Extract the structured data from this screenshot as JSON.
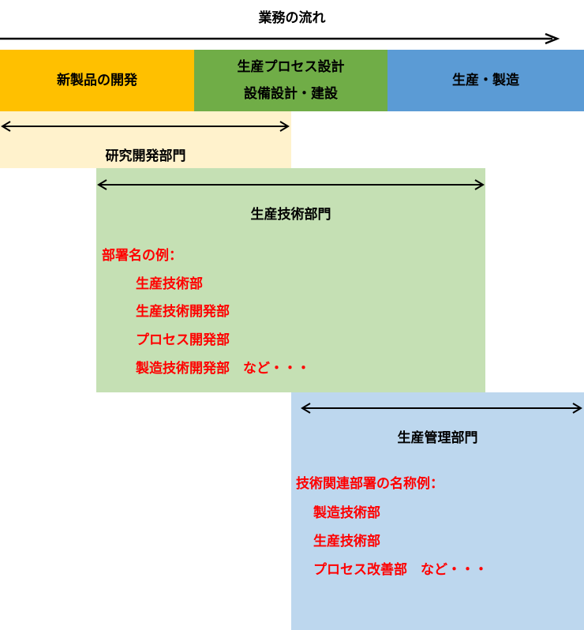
{
  "title": "業務の流れ",
  "phases": [
    {
      "label": "新製品の開発",
      "color": "#ffc000"
    },
    {
      "line1": "生産プロセス設計",
      "line2": "設備設計・建設",
      "color": "#70ad47"
    },
    {
      "label": "生産・製造",
      "color": "#5b9bd5"
    }
  ],
  "departments": {
    "rd": {
      "name": "研究開発部門",
      "color": "#fff2cc"
    },
    "production_tech": {
      "name": "生産技術部門",
      "color": "#c5e0b4",
      "examples_heading": "部署名の例：",
      "examples": [
        "生産技術部",
        "生産技術開発部",
        "プロセス開発部",
        "製造技術開発部　など・・・"
      ]
    },
    "production_mgmt": {
      "name": "生産管理部門",
      "color": "#bdd7ee",
      "examples_heading": "技術関連部署の名称例：",
      "examples": [
        "製造技術部",
        "生産技術部",
        "プロセス改善部　など・・・"
      ]
    }
  },
  "colors": {
    "example_text": "#ff0000",
    "arrow": "#000000"
  }
}
